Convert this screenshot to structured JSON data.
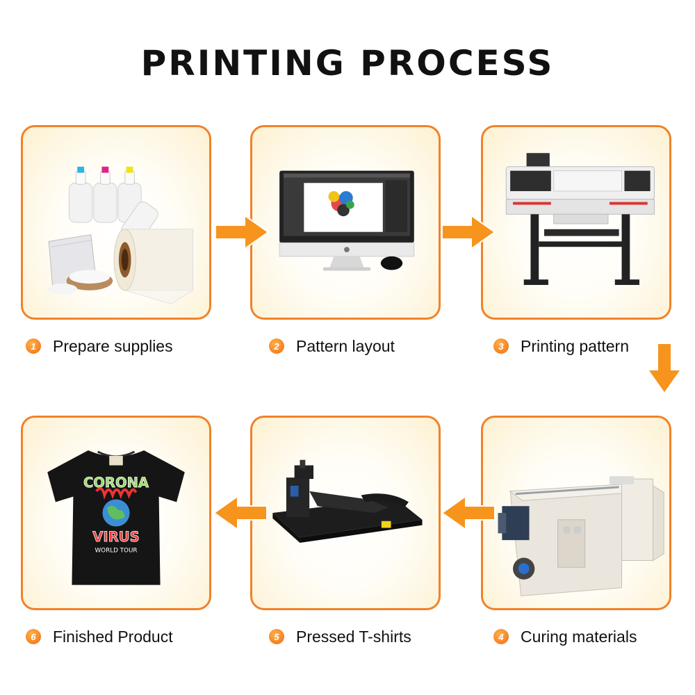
{
  "title": "PRINTING PROCESS",
  "steps": [
    {
      "number": "1",
      "label": "Prepare supplies",
      "icon": "supplies-image"
    },
    {
      "number": "2",
      "label": "Pattern layout",
      "icon": "computer-image"
    },
    {
      "number": "3",
      "label": "Printing pattern",
      "icon": "printer-image"
    },
    {
      "number": "4",
      "label": "Curing materials",
      "icon": "curing-machine-image"
    },
    {
      "number": "5",
      "label": "Pressed T-shirts",
      "icon": "heat-press-image"
    },
    {
      "number": "6",
      "label": "Finished Product",
      "icon": "tshirt-image"
    }
  ],
  "tshirt": {
    "line1": "CORONA",
    "line2": "VIRUS",
    "line3": "WORLD TOUR"
  },
  "colors": {
    "accent": "#f0822a",
    "arrow": "#f7941d",
    "badge": "#f06a10"
  }
}
